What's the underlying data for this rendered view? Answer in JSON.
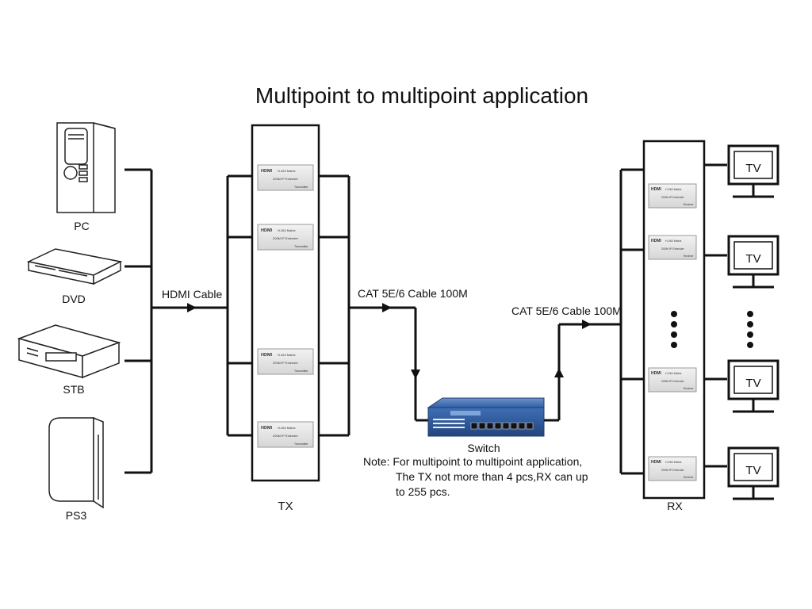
{
  "title": "Multipoint to multipoint  application",
  "sources": [
    {
      "label": "PC",
      "icon": "pc-tower-icon"
    },
    {
      "label": "DVD",
      "icon": "dvd-player-icon"
    },
    {
      "label": "STB",
      "icon": "set-top-box-icon"
    },
    {
      "label": "PS3",
      "icon": "game-console-icon"
    }
  ],
  "cables": {
    "hdmi": "HDMI Cable",
    "cat_tx": "CAT 5E/6 Cable 100M",
    "cat_rx": "CAT 5E/6 Cable 100M"
  },
  "tx": {
    "label": "TX",
    "unit_brand": "HDMI",
    "unit_line1": "H.264 Matrix",
    "unit_line2": "200M IP Extender",
    "unit_role": "Transmitter"
  },
  "rx": {
    "label": "RX",
    "unit_brand": "HDMI",
    "unit_line1": "H.264 Matrix",
    "unit_line2": "200M IP Extender",
    "unit_role": "Receiver"
  },
  "switch": {
    "label": "Switch",
    "icon": "network-switch-icon"
  },
  "tv_label": "TV",
  "note": {
    "line1": "Note: For multipoint to multipoint application,",
    "line2": "The TX not more than 4 pcs,RX can up",
    "line3": "to 255 pcs."
  }
}
